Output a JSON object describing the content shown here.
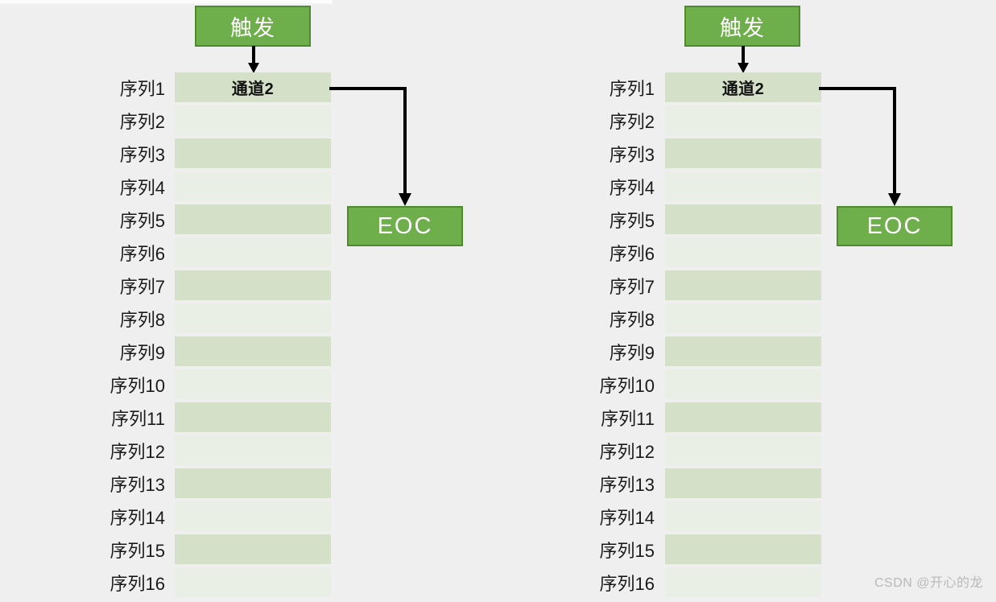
{
  "figure": {
    "background_color": "#efefef",
    "accent_green": "#6eae4b",
    "accent_green_border": "#4e8a2e",
    "row_dark": "#d4e0c8",
    "row_light": "#e9efe5",
    "arrow_color": "#000000"
  },
  "panels": [
    {
      "id": "left",
      "trigger_label": "触发",
      "channel_label": "通道2",
      "eoc_label": "EOC",
      "row_labels": [
        "序列1",
        "序列2",
        "序列3",
        "序列4",
        "序列5",
        "序列6",
        "序列7",
        "序列8",
        "序列9",
        "序列10",
        "序列11",
        "序列12",
        "序列13",
        "序列14",
        "序列15",
        "序列16"
      ]
    },
    {
      "id": "right",
      "trigger_label": "触发",
      "channel_label": "通道2",
      "eoc_label": "EOC",
      "row_labels": [
        "序列1",
        "序列2",
        "序列3",
        "序列4",
        "序列5",
        "序列6",
        "序列7",
        "序列8",
        "序列9",
        "序列10",
        "序列11",
        "序列12",
        "序列13",
        "序列14",
        "序列15",
        "序列16"
      ]
    }
  ],
  "watermark": {
    "text": "CSDN @开心的龙"
  }
}
